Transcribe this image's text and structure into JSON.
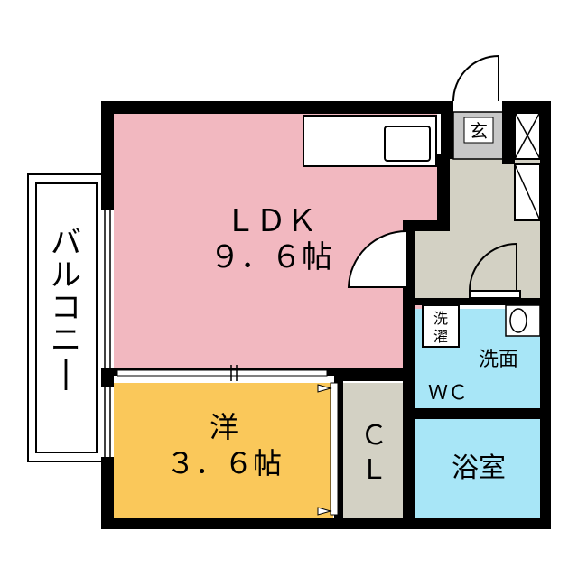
{
  "rooms": {
    "ldk": {
      "name": "ＬＤＫ",
      "size": "９．６帖"
    },
    "western": {
      "name": "洋",
      "size": "３．６帖"
    },
    "closet": {
      "line1": "Ｃ",
      "line2": "Ｌ"
    },
    "bath": {
      "name": "浴室"
    },
    "washroom": {
      "name": "洗面"
    },
    "toilet": {
      "name": "ＷＣ"
    },
    "laundry": {
      "line1": "洗",
      "line2": "濯"
    },
    "entrance": {
      "name": "玄"
    },
    "balcony": {
      "name": "バルコニー"
    }
  },
  "colors": {
    "ldk": "#f2b8c0",
    "western": "#fac85a",
    "service": "#d3d1c4",
    "water": "#a8e6f7",
    "wall": "#000000"
  }
}
